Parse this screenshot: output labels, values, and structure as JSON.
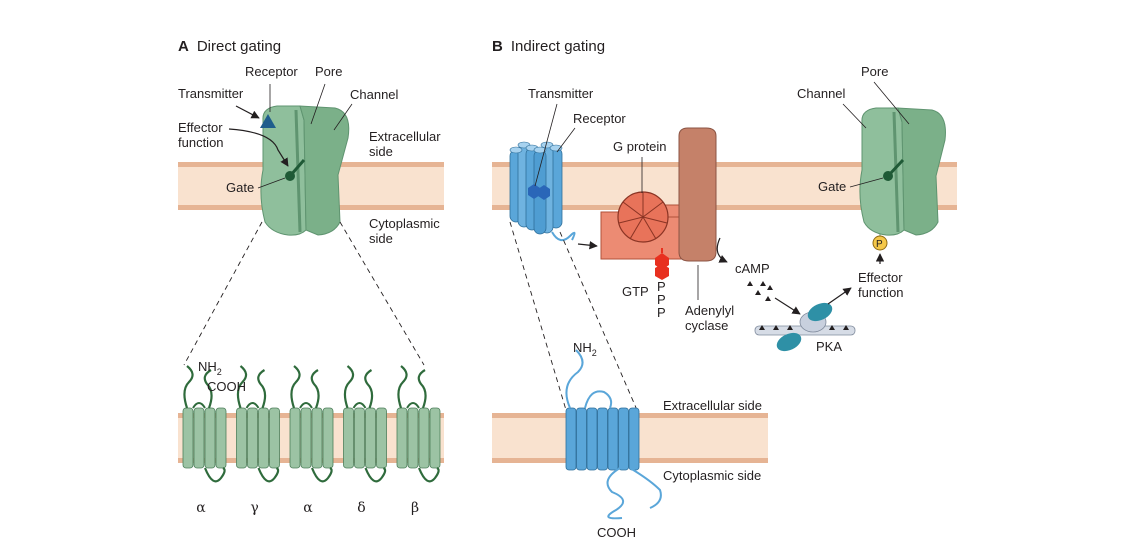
{
  "colors": {
    "membrane_fill": "#f9e2cf",
    "membrane_edge": "#d89e7e",
    "channel_green": "#8fbf9c",
    "channel_dark": "#5f9470",
    "receptor_blue": "#5aa6d9",
    "receptor_dark": "#2f6f9a",
    "g_protein": "#e8735a",
    "adenylyl": "#c58169",
    "gtp_red": "#e8301f",
    "pka_teal": "#2e90a6",
    "phosphate": "#f5c84a",
    "subunit_green": "#9cc3a4",
    "tail_green": "#2f6b3c"
  },
  "panel_a": {
    "letter": "A",
    "title": "Direct gating",
    "labels": {
      "receptor": "Receptor",
      "pore": "Pore",
      "transmitter": "Transmitter",
      "channel": "Channel",
      "effector_1": "Effector",
      "effector_2": "function",
      "extracellular_1": "Extracellular",
      "extracellular_2": "side",
      "gate": "Gate",
      "cytoplasmic_1": "Cytoplasmic",
      "cytoplasmic_2": "side",
      "nh": "NH",
      "nh_sub": "2",
      "cooh": "COOH"
    },
    "subunits": [
      "α",
      "γ",
      "α",
      "δ",
      "β"
    ]
  },
  "panel_b": {
    "letter": "B",
    "title": "Indirect gating",
    "labels": {
      "transmitter": "Transmitter",
      "receptor": "Receptor",
      "g_protein": "G protein",
      "pore": "Pore",
      "channel": "Channel",
      "gate": "Gate",
      "camp": "cAMP",
      "gtp": "GTP",
      "p": "P",
      "adenylyl_1": "Adenylyl",
      "adenylyl_2": "cyclase",
      "effector_1": "Effector",
      "effector_2": "function",
      "pka": "PKA",
      "nh": "NH",
      "nh_sub": "2",
      "extracellular": "Extracellular side",
      "cytoplasmic": "Cytoplasmic side",
      "cooh": "COOH",
      "phosphate": "P"
    }
  }
}
